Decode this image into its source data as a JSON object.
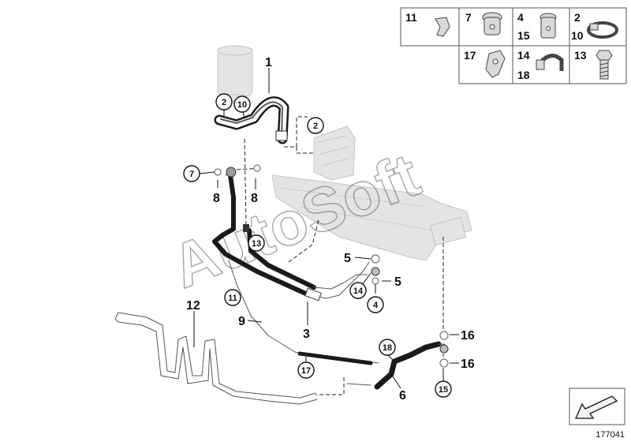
{
  "diagram": {
    "figure_number": "177041",
    "watermark": "AutoSoft",
    "callouts": {
      "c1": "1",
      "c2a": "2",
      "c10a": "10",
      "c2b": "2",
      "c7": "7",
      "c8a": "8",
      "c8b": "8",
      "c13": "13",
      "c5a": "5",
      "c5b": "5",
      "c14": "14",
      "c4": "4",
      "c11": "11",
      "c9": "9",
      "c3": "3",
      "c12": "12",
      "c17": "17",
      "c18": "18",
      "c6": "6",
      "c16a": "16",
      "c16b": "16",
      "c15": "15"
    },
    "parts_grid": {
      "cells": [
        "11",
        "7",
        "4",
        "15",
        "2",
        "10",
        "17",
        "14",
        "18",
        "13"
      ]
    },
    "colors": {
      "line": "#111111",
      "hose": "#1a1a1a",
      "pipe": "#555555",
      "ghost_part": "#e4e4e4",
      "watermark": "#555555"
    }
  }
}
